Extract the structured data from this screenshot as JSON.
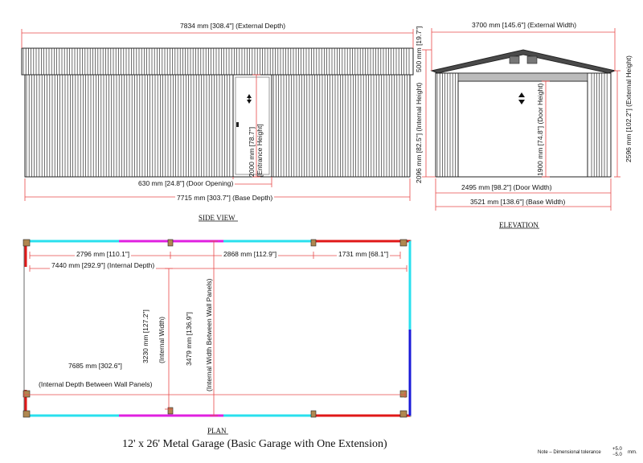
{
  "title": "12' x 26' Metal Garage (Basic Garage with One Extension)",
  "side_view": {
    "label": "SIDE VIEW",
    "external_depth": "7834 mm [308.4\"] (External Depth)",
    "entrance_height_1": "2000 mm [78.7\"]",
    "entrance_height_2": "[Entrance Height]",
    "door_opening": "630 mm [24.8\"] (Door Opening)",
    "base_depth": "7715 mm [303.7\"] (Base Depth)"
  },
  "elevation": {
    "label": "ELEVATION",
    "external_width": "3700 mm [145.6\"] (External Width)",
    "roof_height": "500 mm [19.7\"]",
    "internal_height": "2096 mm [82.5\"] (Internal Height)",
    "external_height": "2596 mm [102.2\"] (External Height)",
    "door_height": "1900 mm [74.8\"] (Door Height)",
    "door_width": "2495 mm [98.2\"] (Door Width)",
    "base_width": "3521 mm [138.6\"] (Base Width)"
  },
  "plan": {
    "label": "PLAN",
    "seg1": "2796 mm [110.1\"]",
    "seg2": "2868 mm [112.9\"]",
    "seg3": "1731 mm [68.1\"]",
    "internal_depth": "7440 mm [292.9\"] (Internal Depth)",
    "internal_width_value": "3230 mm [127.2\"]",
    "internal_width_label": "(Internal Width)",
    "internal_width_between": "3479 mm [136.9\"]",
    "internal_width_between_label": "(Internal Width Between Wall Panels)",
    "internal_depth_between_value": "7685 mm [302.6\"]",
    "internal_depth_between_label": "(Internal Depth Between Wall Panels)"
  },
  "note": {
    "text": "Note  –  Dimensional tolerance",
    "plus": "+5.0",
    "minus": "−5.0",
    "unit": "mm."
  },
  "colors": {
    "dimension_line": "#e84a4a",
    "outline": "#222222",
    "cyan": "#29e0ee",
    "magenta": "#e020e0",
    "red": "#e01818",
    "blue": "#1a1ad8"
  }
}
